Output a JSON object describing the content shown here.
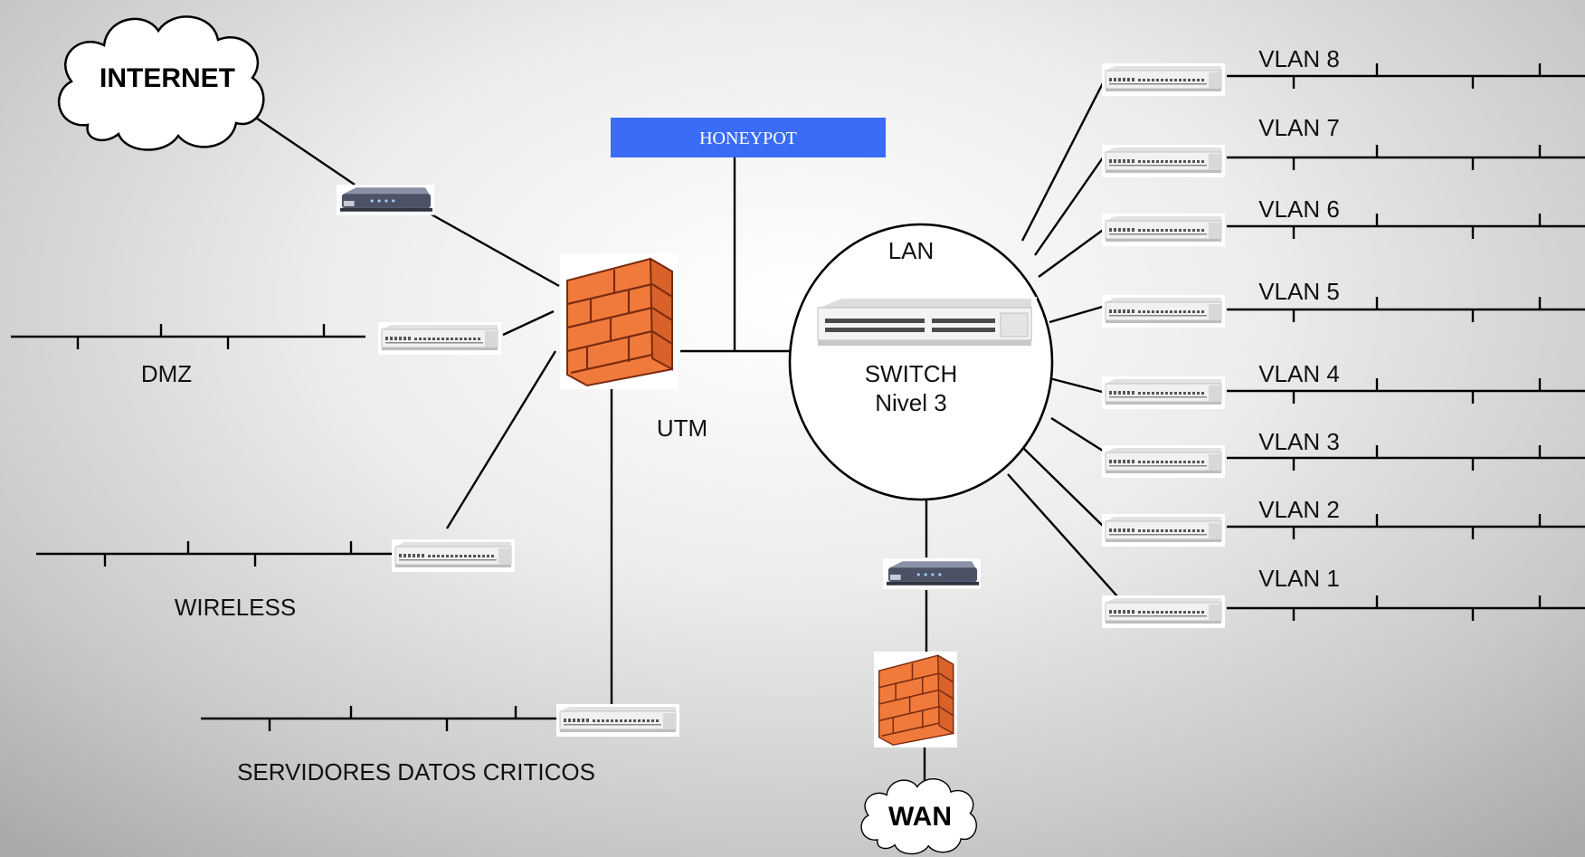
{
  "labels": {
    "internet": "INTERNET",
    "wan": "WAN",
    "honeypot": "HONEYPOT",
    "utm": "UTM",
    "lan": "LAN",
    "switch_line1": "SWITCH",
    "switch_line2": "Nivel 3",
    "dmz": "DMZ",
    "wireless": "WIRELESS",
    "servidores": "SERVIDORES DATOS CRITICOS"
  },
  "vlans": [
    "VLAN 8",
    "VLAN 7",
    "VLAN 6",
    "VLAN 5",
    "VLAN 4",
    "VLAN 3",
    "VLAN 2",
    "VLAN 1"
  ],
  "colors": {
    "honeypot": "#3b6cf5",
    "brick": "#f07a3c",
    "mortar": "#7a2b10",
    "router": "#4c5266",
    "switch_body": "#f3f3f3"
  },
  "icons": {
    "cloud": "cloud-icon",
    "firewall": "firewall-icon",
    "router": "router-icon",
    "switch": "switch-icon"
  }
}
